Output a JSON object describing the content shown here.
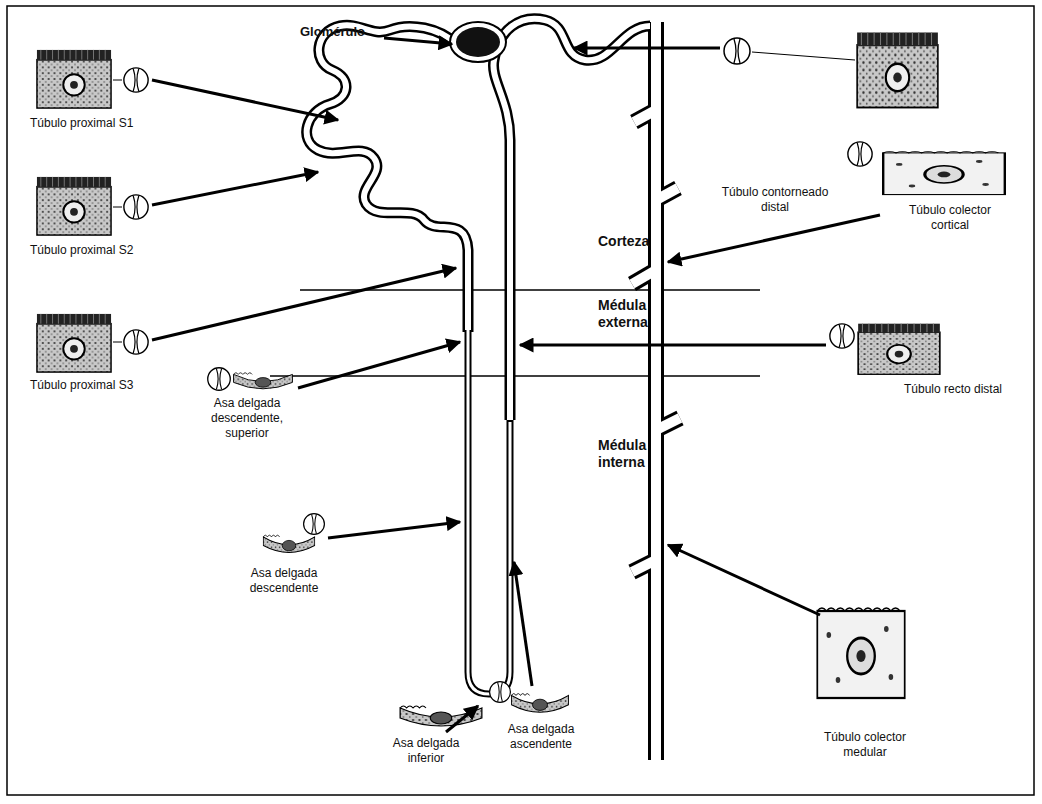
{
  "diagram": {
    "labels": [
      "Glomérulo",
      "Túbulo proximal S1",
      "Túbulo proximal S2",
      "Túbulo proximal S3",
      "Asa delgada descendente, superior",
      "Corteza",
      "Médula externa",
      "Médula interna",
      "Asa delgada descendente",
      "Asa delgada inferior",
      "Asa delgada ascendente",
      "Túbulo contorneado distal",
      "Túbulo colector cortical",
      "Túbulo recto distal",
      "Túbulo colector medular"
    ]
  }
}
